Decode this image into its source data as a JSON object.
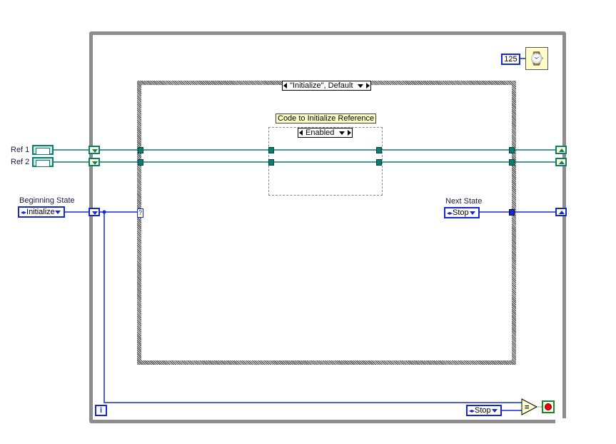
{
  "controls": {
    "ref1_label": "Ref 1",
    "ref2_label": "Ref 2",
    "beginning_state_label": "Beginning State",
    "beginning_state_value": "Initialize"
  },
  "case_structure": {
    "selector": "\"Initialize\", Default",
    "selector_terminal": "?"
  },
  "disable_structure": {
    "label": "Code to Initialize Reference",
    "selector": "Enabled"
  },
  "next_state": {
    "label": "Next State",
    "value": "Stop"
  },
  "timer": {
    "constant": "125"
  },
  "loop": {
    "iteration": "i",
    "compare_value": "Stop",
    "compare_op": "="
  },
  "colors": {
    "refnum_wire": "#0d7c70",
    "enum_wire": "#1428d8",
    "loop_border": "#8c8c8c"
  }
}
